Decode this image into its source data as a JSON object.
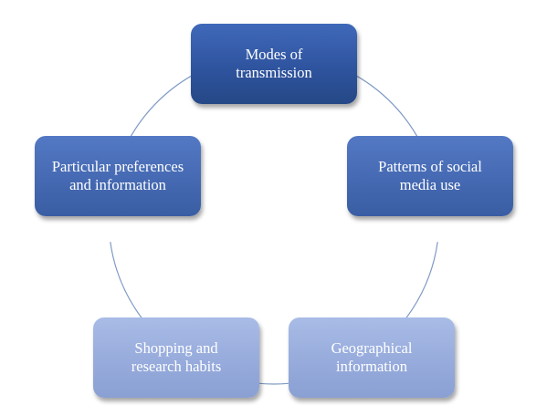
{
  "diagram": {
    "type": "cycle",
    "nodes": [
      {
        "label": "Modes of\ntransmission",
        "color": "#2f549f"
      },
      {
        "label": "Patterns of social\nmedia use",
        "color": "#4569b2"
      },
      {
        "label": "Geographical\ninformation",
        "color": "#97abdc"
      },
      {
        "label": "Shopping and\nresearch habits",
        "color": "#97abdc"
      },
      {
        "label": "Particular preferences\nand information",
        "color": "#4569b2"
      }
    ],
    "connector_color": "#7f9ac4"
  }
}
